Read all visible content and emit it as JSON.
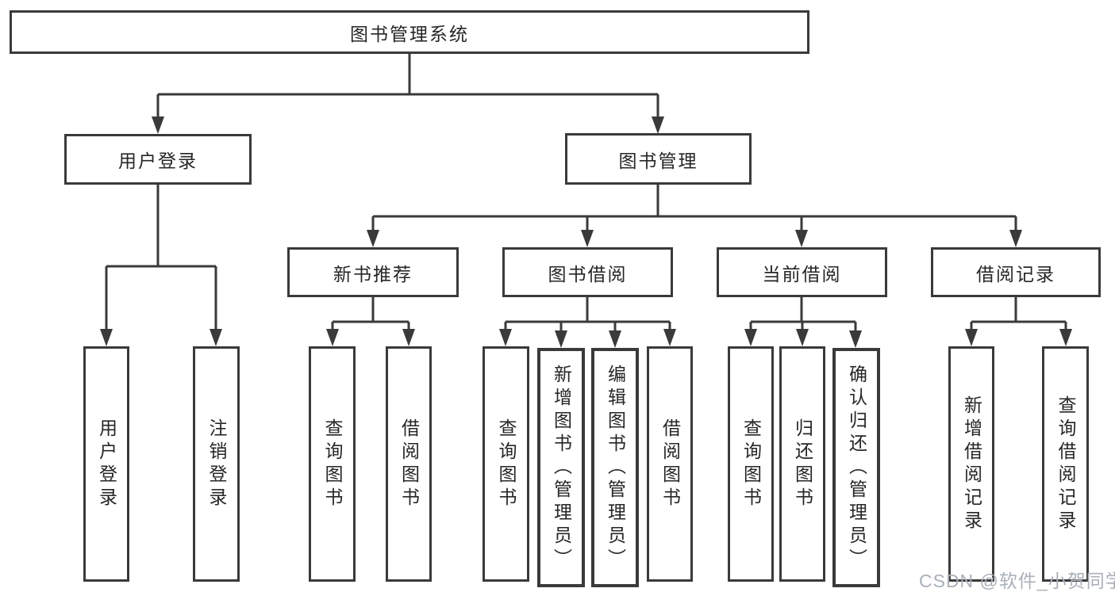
{
  "diagram": {
    "type": "hierarchy-tree",
    "colors": {
      "line": "#3a3a3a",
      "box_border": "#3a3a3a",
      "text": "#262626",
      "background": "#ffffff",
      "watermark": "#aab0b8"
    }
  },
  "watermark": {
    "text": "CSDN @软件_小贺同学"
  },
  "tree": {
    "label": "图书管理系统",
    "children": [
      {
        "label": "用户登录",
        "children": [
          {
            "label": "用户登录"
          },
          {
            "label": "注销登录"
          }
        ]
      },
      {
        "label": "图书管理",
        "children": [
          {
            "label": "新书推荐",
            "children": [
              {
                "label": "查询图书"
              },
              {
                "label": "借阅图书"
              }
            ]
          },
          {
            "label": "图书借阅",
            "children": [
              {
                "label": "查询图书"
              },
              {
                "label": "新增图书（管理员）"
              },
              {
                "label": "编辑图书（管理员）"
              },
              {
                "label": "借阅图书"
              }
            ]
          },
          {
            "label": "当前借阅",
            "children": [
              {
                "label": "查询图书"
              },
              {
                "label": "归还图书"
              },
              {
                "label": "确认归还（管理员）"
              }
            ]
          },
          {
            "label": "借阅记录",
            "children": [
              {
                "label": "新增借阅记录"
              },
              {
                "label": "查询借阅记录"
              }
            ]
          }
        ]
      }
    ]
  }
}
